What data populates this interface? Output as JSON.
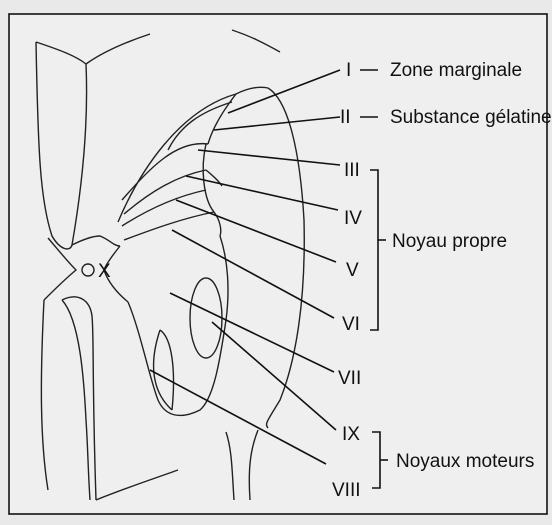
{
  "laminae": [
    {
      "numeral": "I",
      "name": "Zone marginale"
    },
    {
      "numeral": "II",
      "name": "Substance gélatineu"
    },
    {
      "numeral": "III"
    },
    {
      "numeral": "IV"
    },
    {
      "numeral": "V"
    },
    {
      "numeral": "VI"
    },
    {
      "numeral": "VII"
    },
    {
      "numeral": "IX"
    },
    {
      "numeral": "VIII"
    }
  ],
  "groups": {
    "noyau_propre": "Noyau propre",
    "noyaux_moteurs": "Noyaux moteurs"
  },
  "center_label": "X"
}
